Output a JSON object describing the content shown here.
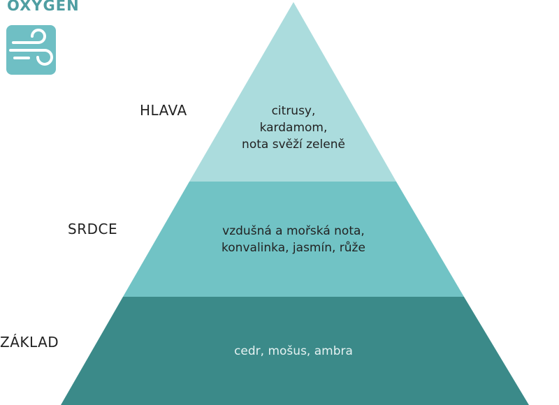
{
  "brand": {
    "name": "OXYGEN",
    "logo_icon": "wind-icon",
    "color": "#4f9ea2",
    "logo_bg": "#6fbfc4"
  },
  "pyramid": {
    "tiers": [
      {
        "label": "HLAVA",
        "lines": [
          "citrusy,",
          "kardamom,",
          "nota svěží zeleně"
        ],
        "color": "#abdcdd",
        "text_color": "#222222"
      },
      {
        "label": "SRDCE",
        "lines": [
          "vzdušná a mořská nota,",
          "konvalinka, jasmín, růže"
        ],
        "color": "#71c3c5",
        "text_color": "#222222"
      },
      {
        "label": "ZÁKLAD",
        "lines": [
          "cedr, mošus, ambra"
        ],
        "color": "#3b8a89",
        "text_color": "#e6f2f2"
      }
    ]
  }
}
